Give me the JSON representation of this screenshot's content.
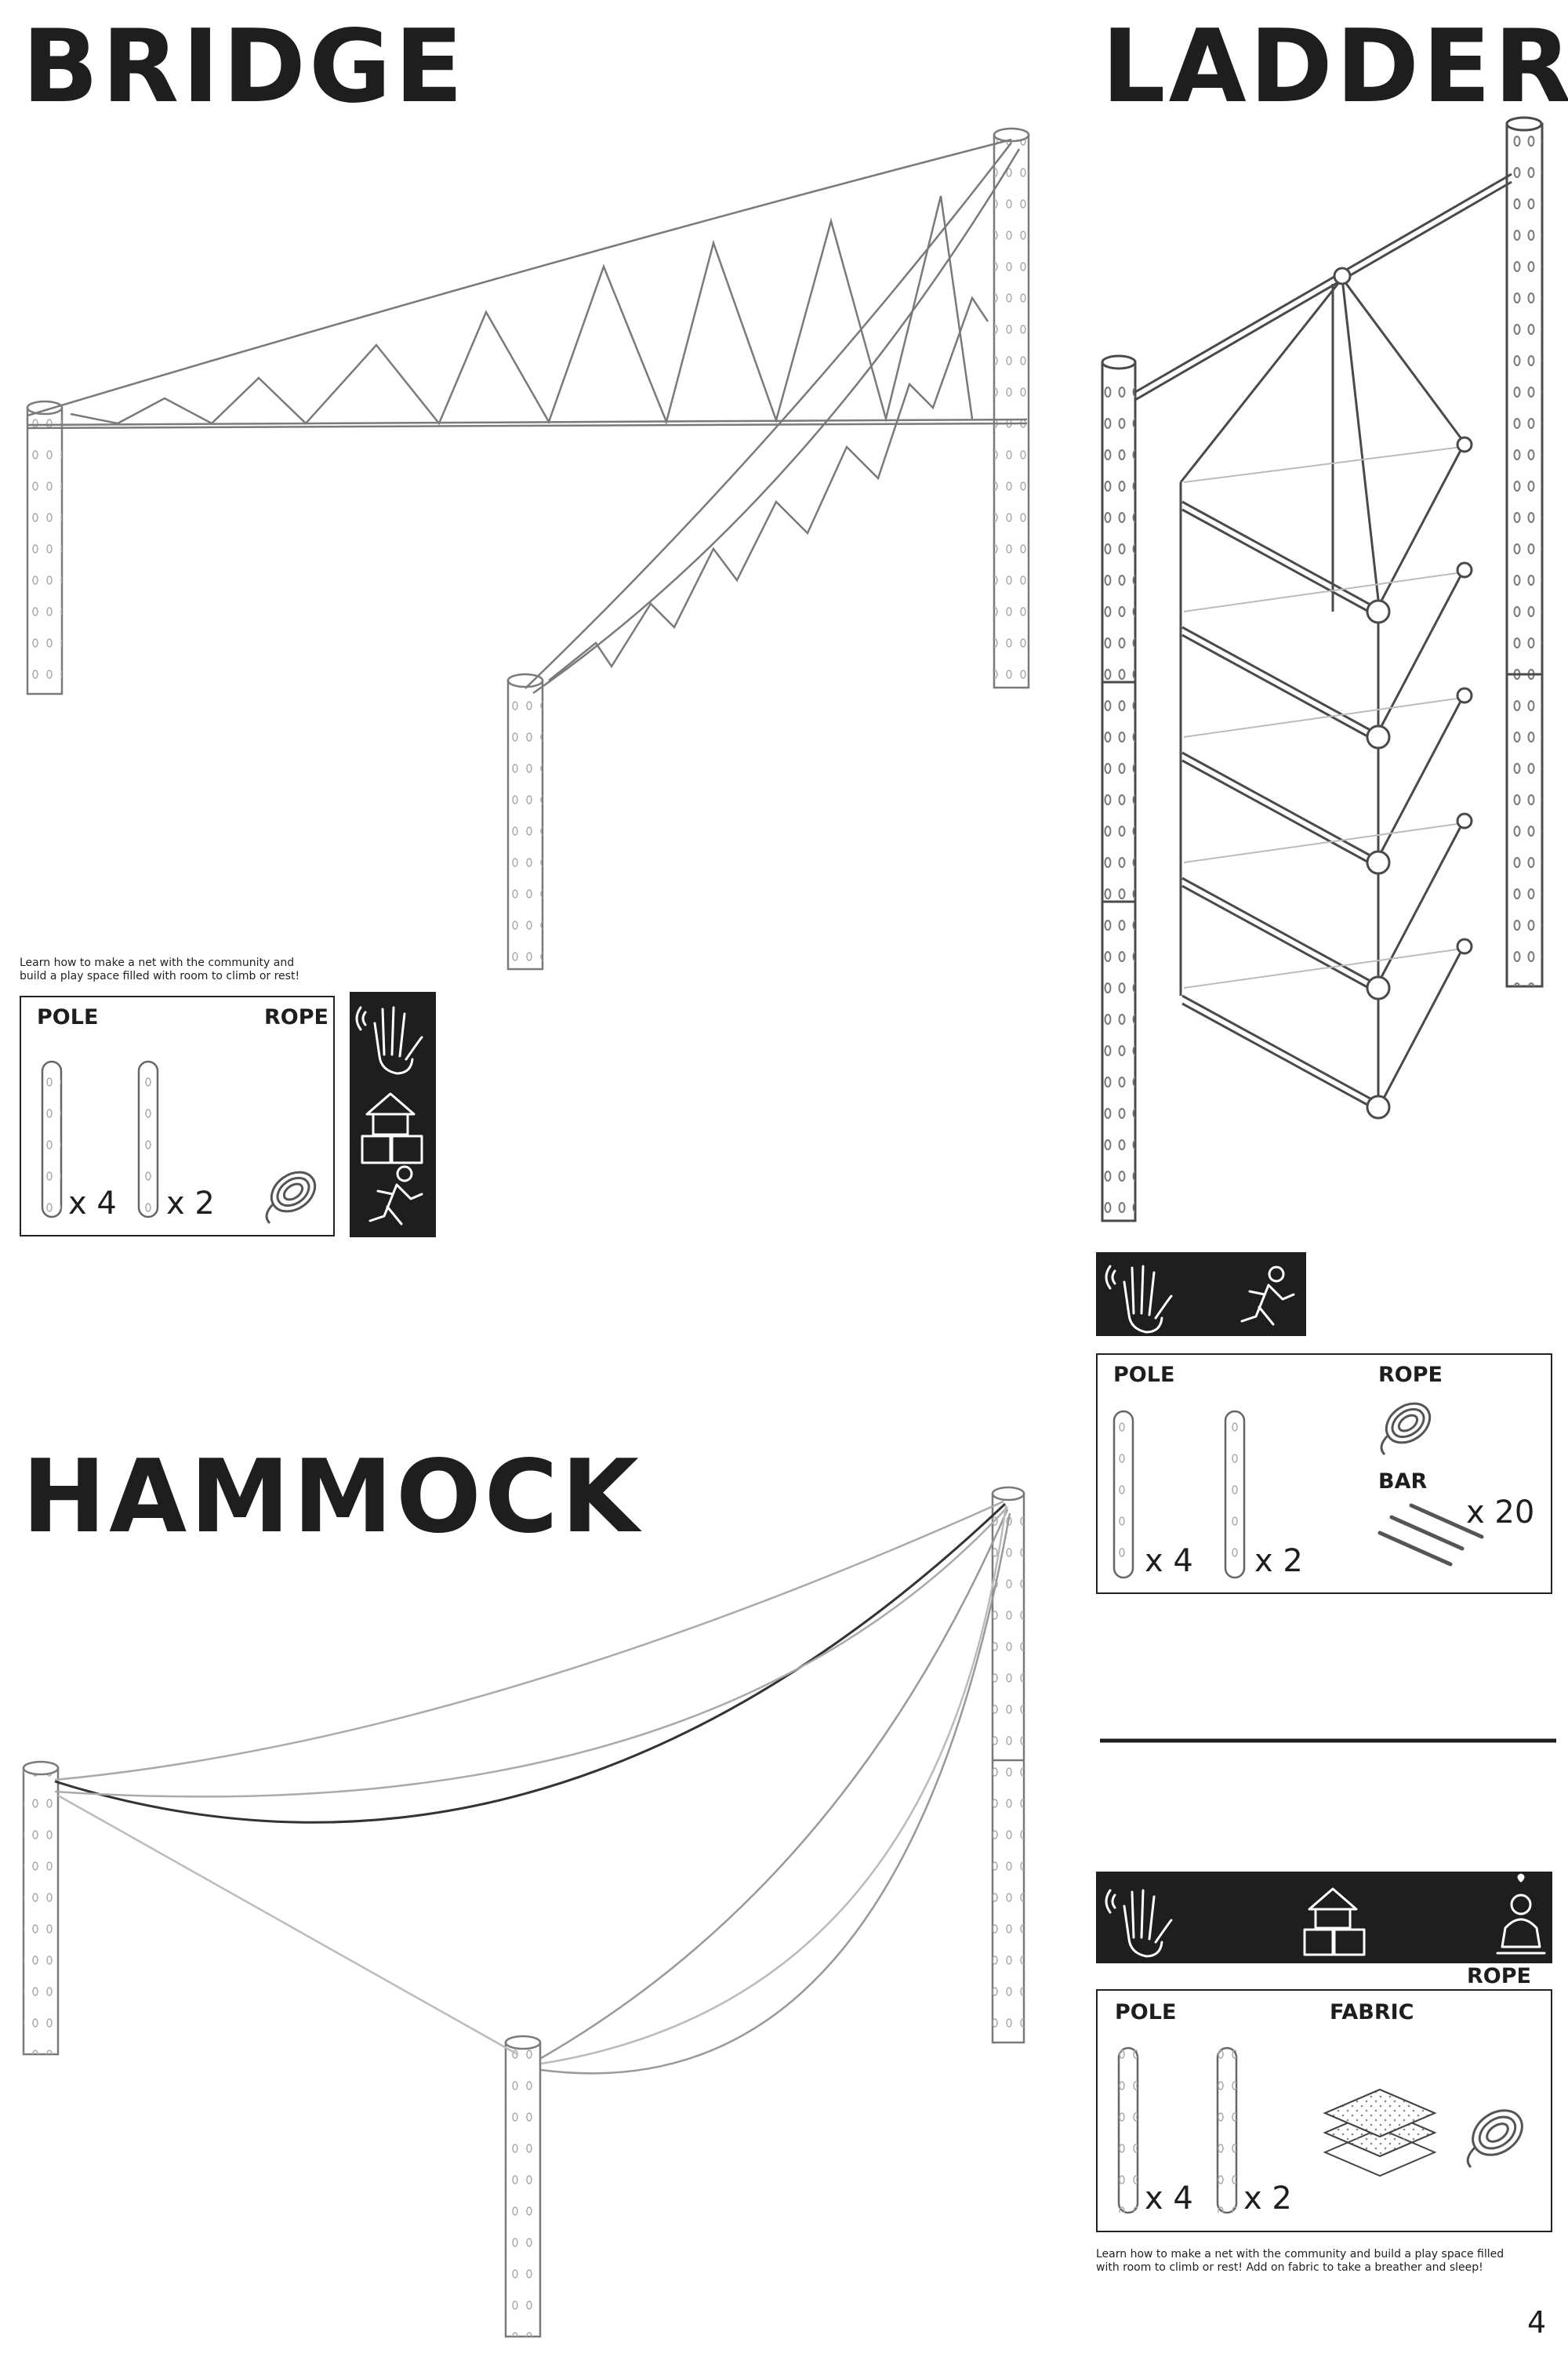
{
  "sections": {
    "bridge": {
      "title": "BRIDGE",
      "caption_line1": "Learn how to make a net with the community and",
      "caption_line2": "build a play space filled with room to climb or rest!",
      "pole_label": "POLE",
      "rope_label": "ROPE",
      "pole_qty_a": "x 4",
      "pole_qty_b": "x 2",
      "activities": [
        "hand-icon",
        "blocks-icon",
        "runner-icon"
      ]
    },
    "ladder": {
      "title": "LADDER",
      "pole_label": "POLE",
      "rope_label": "ROPE",
      "bar_label": "BAR",
      "pole_qty_a": "x 4",
      "pole_qty_b": "x 2",
      "bar_qty": "x 20",
      "activities": [
        "hand-icon",
        "runner-icon"
      ]
    },
    "hammock": {
      "title": "HAMMOCK",
      "pole_label": "POLE",
      "fabric_label": "FABRIC",
      "rope_label": "ROPE",
      "pole_qty_a": "x 4",
      "pole_qty_b": "x 2",
      "caption_line1": "Learn how to make a net with the community and build a play space filled",
      "caption_line2": "with room to climb or rest! Add on fabric to take a breather and sleep!",
      "activities": [
        "hand-icon",
        "blocks-icon",
        "rest-icon"
      ]
    }
  },
  "page_number": "4",
  "colors": {
    "ink": "#1e1e1e",
    "paper": "#ffffff",
    "line_art": "#7a7a7a"
  }
}
